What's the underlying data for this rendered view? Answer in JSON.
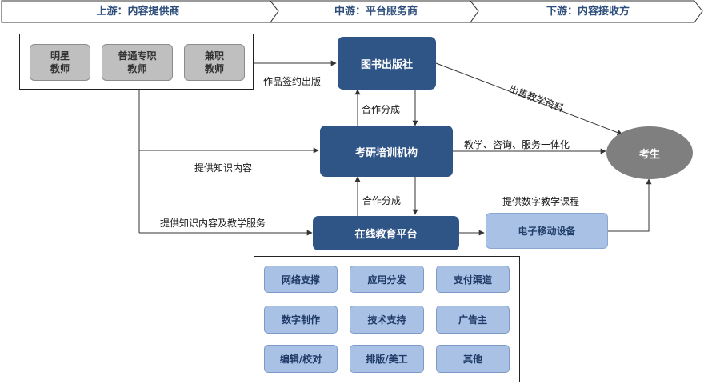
{
  "stages": {
    "upstream": "上游：内容提供商",
    "midstream": "中游：平台服务商",
    "downstream": "下游：内容接收方"
  },
  "teachers": {
    "star": [
      "明星",
      "教师"
    ],
    "fulltime": [
      "普通专职",
      "教师"
    ],
    "parttime": [
      "兼职",
      "教师"
    ]
  },
  "nodes": {
    "publisher": "图书出版社",
    "training": "考研培训机构",
    "online": "在线教育平台",
    "device": "电子移动设备",
    "student": "考生"
  },
  "edges": {
    "publish_contract": "作品签约出版",
    "coop_split_1": "合作分成",
    "knowledge": "提供知识内容",
    "coop_split_2": "合作分成",
    "knowledge_service": "提供知识内容及教学服务",
    "sell_material": "出售教学资料",
    "integrated": "教学、咨询、服务一体化",
    "digital_course": "提供数字教学课程"
  },
  "services": [
    "网络支撑",
    "应用分发",
    "支付渠道",
    "数字制作",
    "技术支持",
    "广告主",
    "编辑/校对",
    "排版/美工",
    "其他"
  ]
}
